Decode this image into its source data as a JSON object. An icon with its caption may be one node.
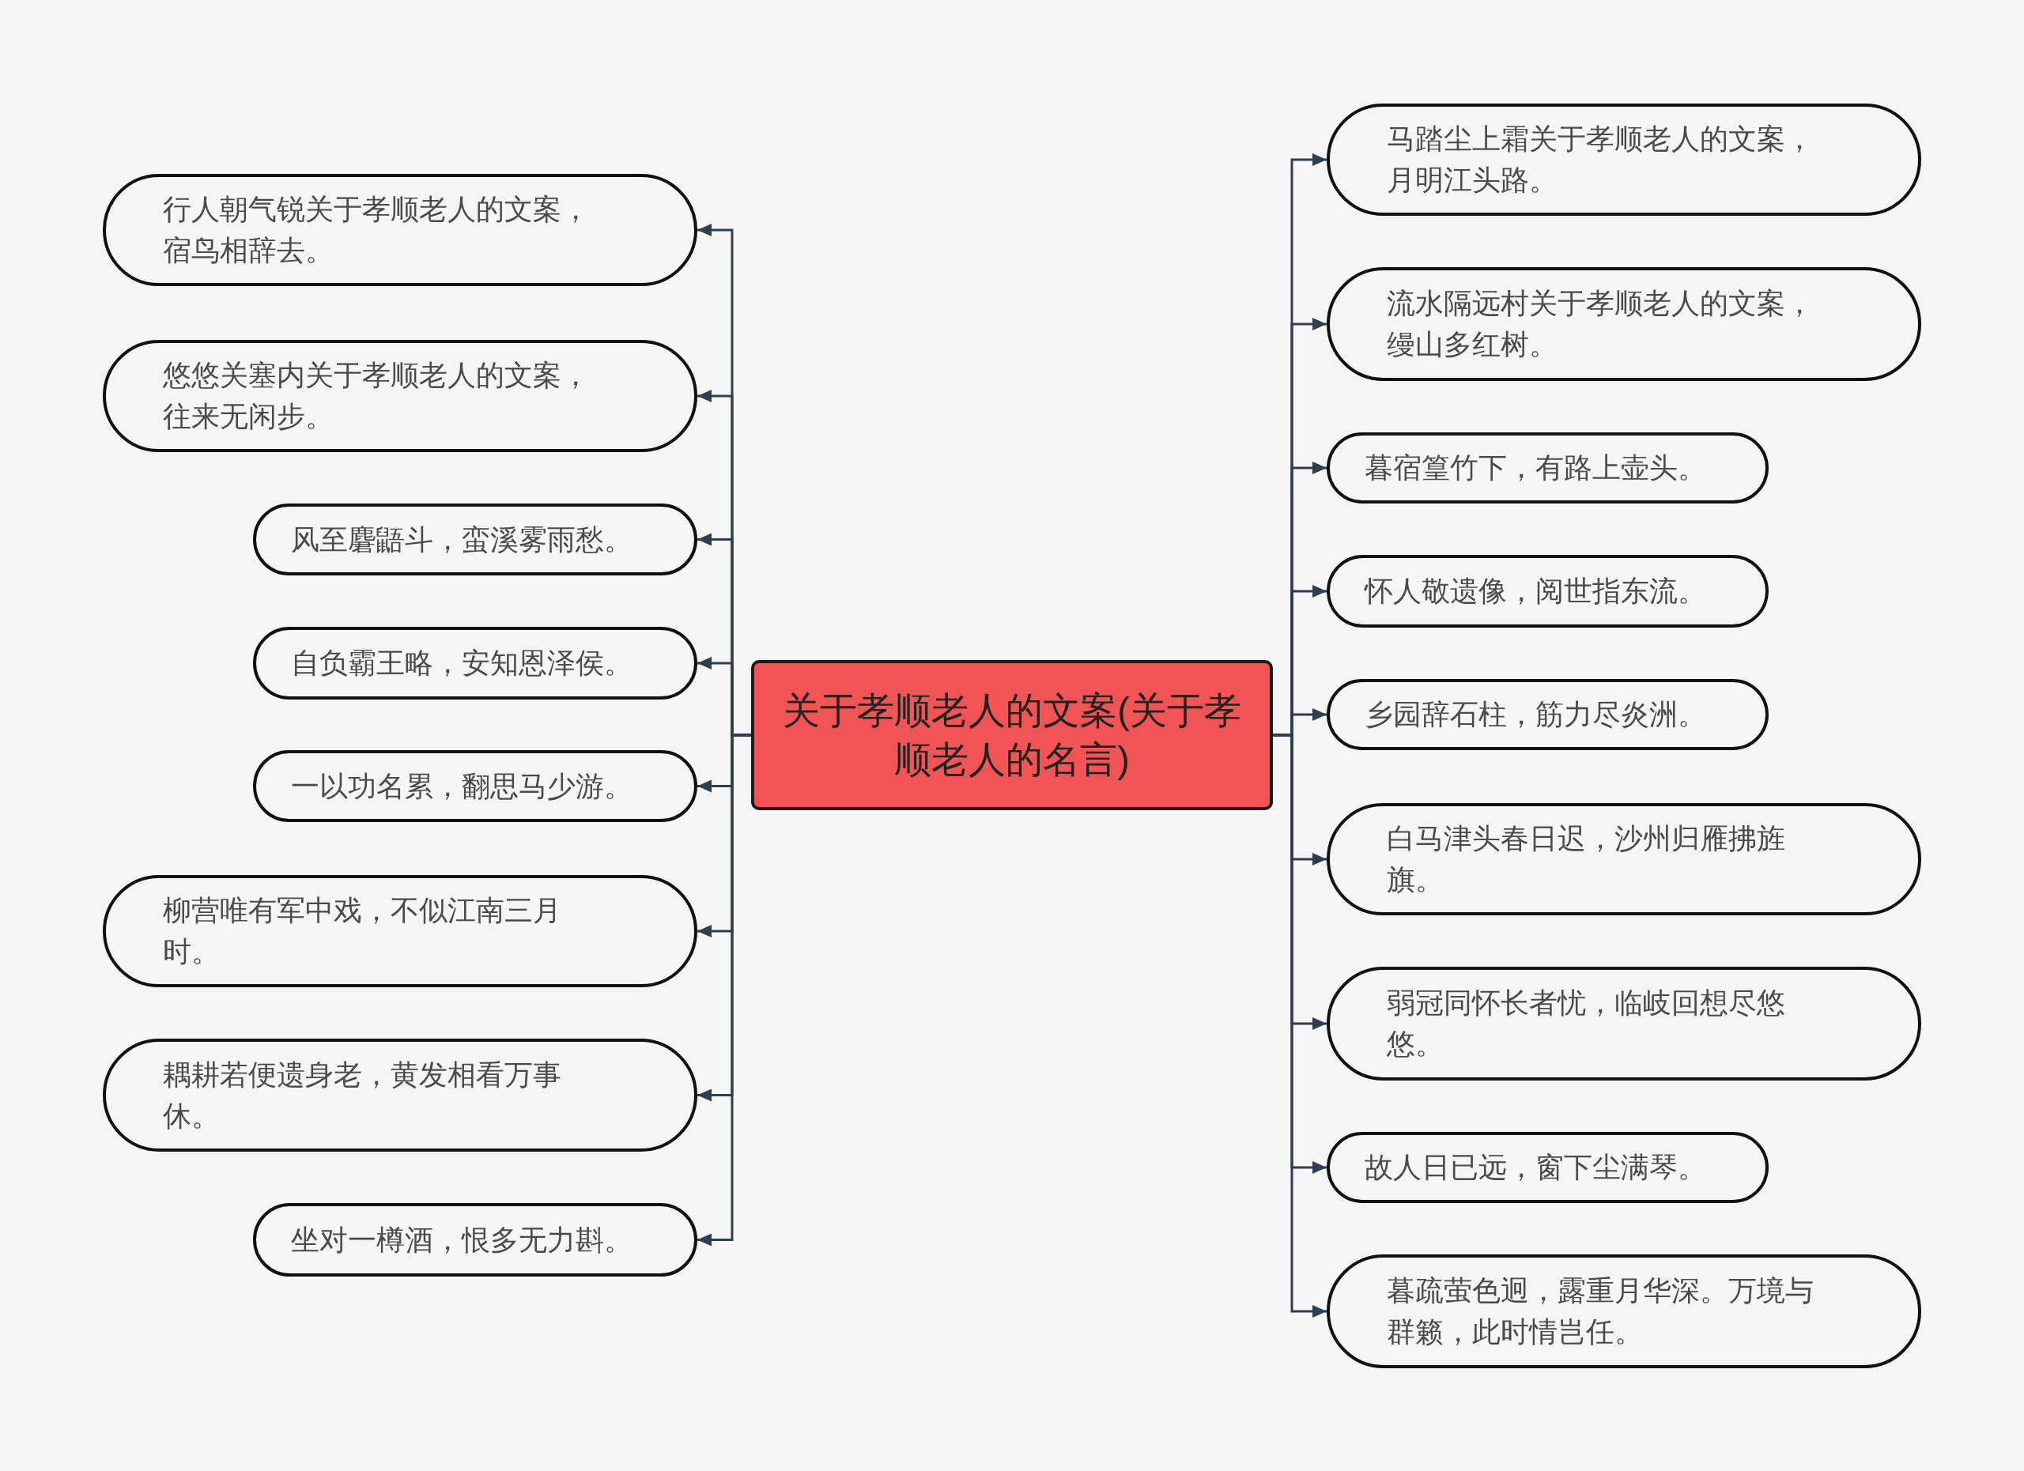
{
  "diagram": {
    "nodes": [
      {
        "text": [
          "关于孝顺老人的文案(关于孝顺老人的名言)"
        ]
      },
      {
        "text": [
          "行人朝气锐关于孝顺老人的文案，宿鸟相辞去。"
        ]
      },
      {
        "text": [
          "悠悠关塞内关于孝顺老人的文案，往来无闲步。"
        ]
      },
      {
        "text": [
          "风至麏鼯斗，蛮溪雾雨愁。"
        ]
      },
      {
        "text": [
          "自负霸王略，安知恩泽侯。"
        ]
      },
      {
        "text": [
          "一以功名累，翻思马少游。"
        ]
      },
      {
        "text": [
          "柳营唯有军中戏，不似江南三月时。"
        ]
      },
      {
        "text": [
          "耦耕若便遗身老，黄发相看万事休。"
        ]
      },
      {
        "text": [
          "坐对一樽酒，恨多无力斟。"
        ]
      },
      {
        "text": [
          "马踏尘上霜关于孝顺老人的文案，月明江头路。"
        ]
      },
      {
        "text": [
          "流水隔远村关于孝顺老人的文案，缦山多红树。"
        ]
      },
      {
        "text": [
          "暮宿篁竹下，有路上壶头。"
        ]
      },
      {
        "text": [
          "怀人敬遗像，阅世指东流。"
        ]
      },
      {
        "text": [
          "乡园辞石柱，筋力尽炎洲。"
        ]
      },
      {
        "text": [
          "白马津头春日迟，沙州归雁拂旌旗。"
        ]
      },
      {
        "text": [
          "弱冠同怀长者忧，临岐回想尽悠悠。"
        ]
      },
      {
        "text": [
          "故人日已远，窗下尘满琴。"
        ]
      },
      {
        "text": [
          "暮疏萤色迥，露重月华深。万境与群籁，此时情岂任。"
        ]
      }
    ],
    "edges": [
      {
        "from": 0,
        "to": 1,
        "arrow": "to"
      },
      {
        "from": 0,
        "to": 2,
        "arrow": "to"
      },
      {
        "from": 0,
        "to": 3,
        "arrow": "to"
      },
      {
        "from": 0,
        "to": 4,
        "arrow": "to"
      },
      {
        "from": 0,
        "to": 5,
        "arrow": "to"
      },
      {
        "from": 0,
        "to": 6,
        "arrow": "to"
      },
      {
        "from": 0,
        "to": 7,
        "arrow": "to"
      },
      {
        "from": 0,
        "to": 8,
        "arrow": "to"
      },
      {
        "from": 0,
        "to": 9,
        "arrow": "to"
      },
      {
        "from": 0,
        "to": 10,
        "arrow": "to"
      },
      {
        "from": 0,
        "to": 11,
        "arrow": "to"
      },
      {
        "from": 0,
        "to": 12,
        "arrow": "to"
      },
      {
        "from": 0,
        "to": 13,
        "arrow": "to"
      },
      {
        "from": 0,
        "to": 14,
        "arrow": "to"
      },
      {
        "from": 0,
        "to": 15,
        "arrow": "to"
      },
      {
        "from": 0,
        "to": 16,
        "arrow": "to"
      },
      {
        "from": 0,
        "to": 17,
        "arrow": "to"
      }
    ]
  }
}
